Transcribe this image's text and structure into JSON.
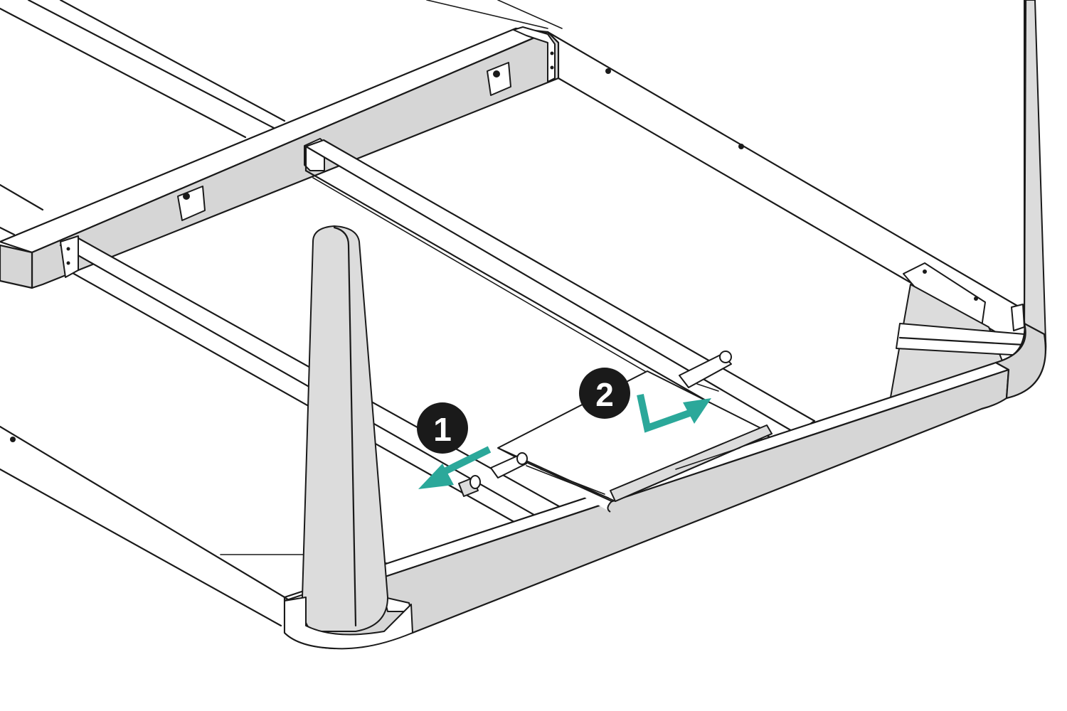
{
  "steps": [
    {
      "number": "1",
      "action": "pull-pin-out"
    },
    {
      "number": "2",
      "action": "rotate-and-slide-plate"
    }
  ],
  "colors": {
    "arrow": "#2ba89a",
    "badge": "#1a1a1a",
    "rail_fill": "#d6d6d6",
    "line": "#1a1a1a"
  },
  "icons": [
    "step-badge-1",
    "step-badge-2",
    "pull-arrow",
    "rotate-slide-arrow"
  ]
}
